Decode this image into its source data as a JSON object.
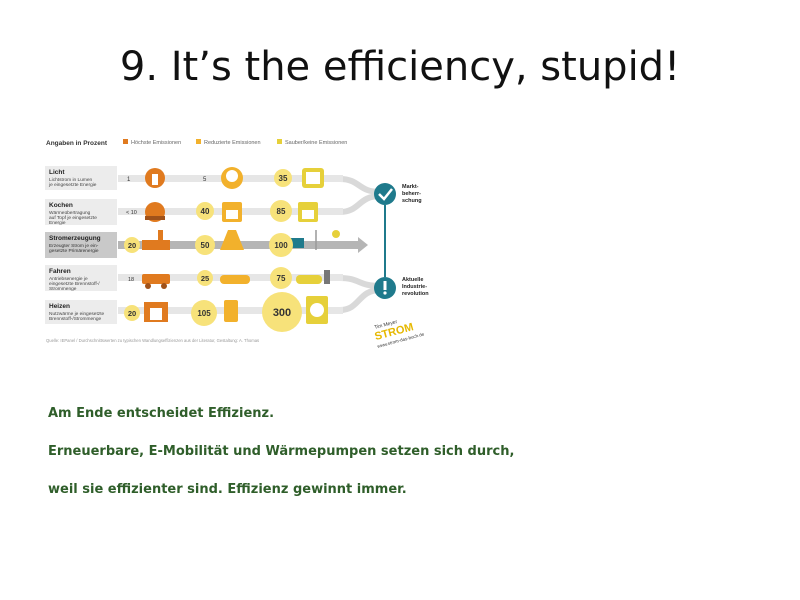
{
  "slide": {
    "title": "9. It’s the efficiency, stupid!",
    "body_lines": [
      "Am Ende entscheidet Effizienz.",
      "Erneuerbare, E-Mobilität und Wärmepumpen setzen sich durch,",
      "weil sie effizienter sind. Effizienz gewinnt immer."
    ]
  },
  "infographic": {
    "header": "Angaben in Prozent",
    "legend": [
      {
        "label": "Höchste Emissionen",
        "color": "#e07a1f"
      },
      {
        "label": "Reduzierte Emissionen",
        "color": "#f2b12c"
      },
      {
        "label": "Sauber/keine Emissionen",
        "color": "#e6d03a"
      }
    ],
    "rows": [
      {
        "title": "Licht",
        "desc": [
          "Lichtstrom in Lumen",
          "je eingesetzte Energie"
        ],
        "values": [
          "1",
          "5",
          "35"
        ]
      },
      {
        "title": "Kochen",
        "desc": [
          "Wärmeübertragung",
          "auf Topf je eingesetzte",
          "Energie"
        ],
        "values": [
          "< 10",
          "40",
          "85"
        ]
      },
      {
        "title": "Stromerzeugung",
        "desc": [
          "Erzeugter Strom je ein-",
          "gesetzte Primärenergie"
        ],
        "values": [
          "20",
          "50",
          "100"
        ]
      },
      {
        "title": "Fahren",
        "desc": [
          "Antriebsenergie je",
          "eingesetzte Brennstoff-/",
          "Strommenge"
        ],
        "values": [
          "18",
          "25",
          "75"
        ]
      },
      {
        "title": "Heizen",
        "desc": [
          "Nutzwärme je eingesetzte",
          "Brennstoff-/Strommenge"
        ],
        "values": [
          "20",
          "105",
          "300"
        ]
      }
    ],
    "right_labels": {
      "top": [
        "Markt-",
        "beherr-",
        "schung"
      ],
      "bottom": [
        "Aktuelle",
        "Industrie-",
        "revolution"
      ]
    },
    "source": "Quelle: IEPanel / Durchschnittswerten zu typischen Wandlungseffizienzen aus der Literatur, Gestaltung: A. Thomas",
    "book": {
      "author": "Tim Meyer",
      "title": "STROM",
      "url": "www.strom-das-buch.de"
    },
    "colors": {
      "orange": "#e07a1f",
      "amber": "#f2b12c",
      "yellow": "#e6d03a",
      "teal": "#1f7a8c",
      "arrow": "#d9d9d9"
    }
  }
}
